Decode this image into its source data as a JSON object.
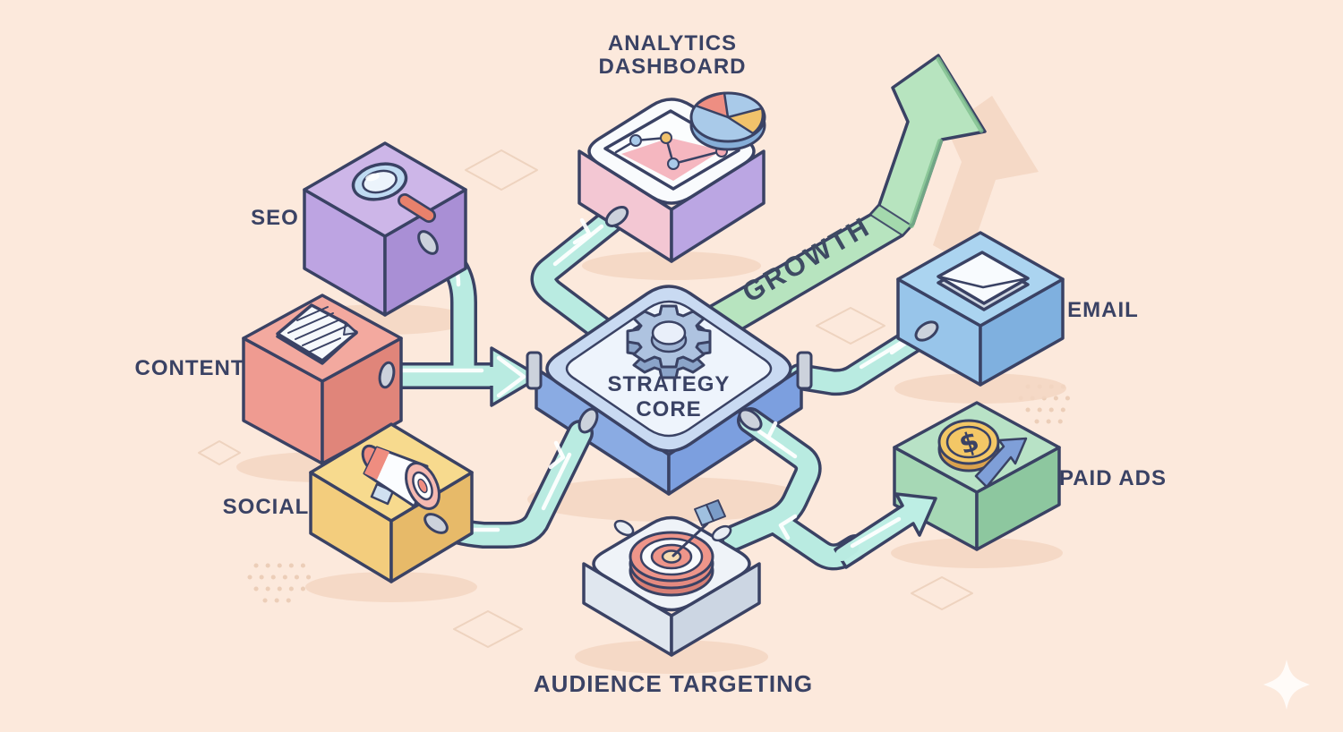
{
  "diagram": {
    "title": "Marketing Strategy Core Diagram",
    "background_color": "#fce9dc",
    "outline_color": "#3a4264",
    "label_color": "#3a4264",
    "nodes": {
      "analytics": {
        "label_line1": "ANALYTICS",
        "label_line2": "DASHBOARD",
        "icon": "line-chart-and-pie-icon",
        "colors": {
          "top": "#f9fbfd",
          "left": "#f3c7d3",
          "right": "#bba6e3",
          "chart_area": "#f5b7c0",
          "pie_base": "#a9cae9",
          "pie_red": "#ee8e82",
          "pie_yellow": "#f1c26b"
        }
      },
      "seo": {
        "label": "SEO",
        "icon": "magnifier-icon",
        "colors": {
          "top": "#cdb6e8",
          "left": "#bda4e2",
          "right": "#a98fd5",
          "lens": "#bfdbf2",
          "handle": "#e8816c"
        }
      },
      "content": {
        "label": "CONTENT",
        "icon": "document-icon",
        "colors": {
          "top": "#f3a99f",
          "left": "#ef9b91",
          "right": "#e0857a"
        }
      },
      "social": {
        "label": "SOCIAL",
        "icon": "megaphone-icon",
        "colors": {
          "top": "#f7da8e",
          "left": "#f3cd7d",
          "right": "#e7ba69",
          "megaphone_accent": "#ef8d80"
        }
      },
      "core": {
        "label_line1": "STRATEGY",
        "label_line2": "CORE",
        "icon": "gear-icon",
        "colors": {
          "rim": "#c9daf2",
          "face": "#eef4fc",
          "left": "#8aabe3",
          "right": "#7c9fdf",
          "gear": "#aec3e0"
        }
      },
      "email": {
        "label": "EMAIL",
        "icon": "envelope-icon",
        "colors": {
          "top": "#abd4f0",
          "left": "#98c5ea",
          "right": "#7fb0df"
        }
      },
      "paid_ads": {
        "label": "PAID ADS",
        "icon": "coin-arrow-icon",
        "colors": {
          "top": "#b8e2c6",
          "left": "#a6d8b5",
          "right": "#8dc79f",
          "coin": "#f3c766",
          "arrow": "#7f9fd8"
        }
      },
      "audience": {
        "label": "AUDIENCE TARGETING",
        "icon": "target-dart-icon",
        "colors": {
          "top": "#eff3f8",
          "left": "#e0e7ef",
          "right": "#ccd6e3",
          "target": "#ee958a"
        }
      }
    },
    "growth_arrow": {
      "label": "GROWTH",
      "fill": "#b7e4bf",
      "edge": "#8fcf9c"
    },
    "pipes": {
      "fill": "#b9ebe1",
      "outline": "#3a4264",
      "highlight": "#ffffff"
    },
    "icons": {
      "coin_symbol": "$"
    },
    "connections": [
      {
        "from": "seo",
        "to": "core"
      },
      {
        "from": "content",
        "to": "core"
      },
      {
        "from": "social",
        "to": "core"
      },
      {
        "from": "audience",
        "to": "core"
      },
      {
        "from": "core",
        "to": "analytics"
      },
      {
        "from": "core",
        "to": "email"
      },
      {
        "from": "audience",
        "to": "paid_ads"
      },
      {
        "from": "core",
        "to": "growth"
      }
    ]
  }
}
